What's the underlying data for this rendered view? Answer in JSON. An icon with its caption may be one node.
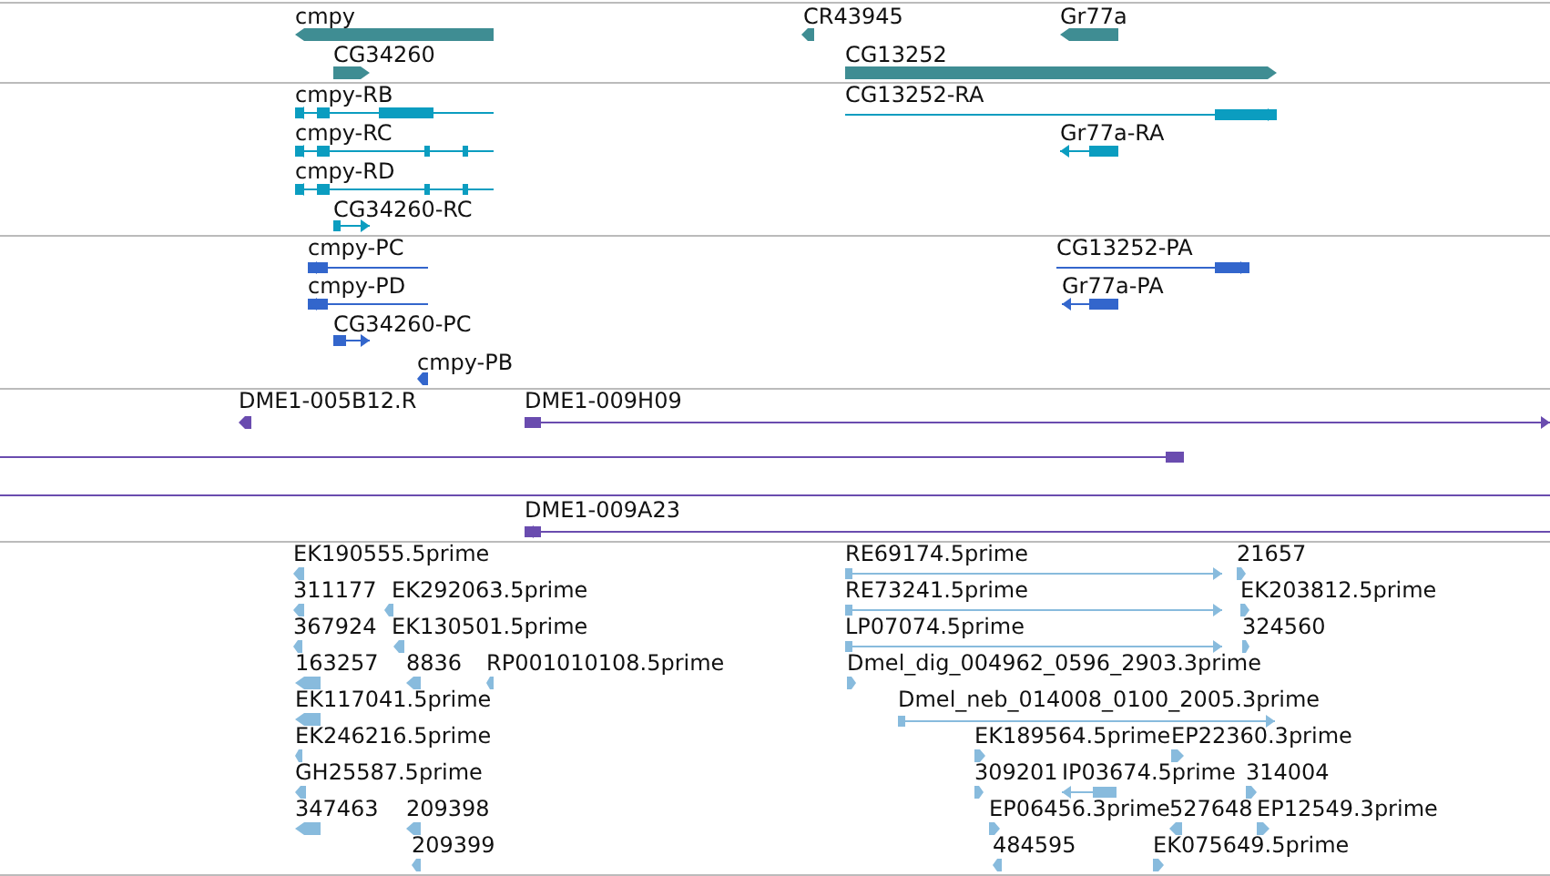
{
  "diagram": {
    "nodes": [
      {
        "text": [
          "cmpy"
        ]
      },
      {
        "text": [
          "CG34260"
        ]
      },
      {
        "text": [
          "CR43945"
        ]
      },
      {
        "text": [
          "Gr77a"
        ]
      },
      {
        "text": [
          "CG13252"
        ]
      },
      {
        "text": [
          "cmpy-RB"
        ]
      },
      {
        "text": [
          "cmpy-RC"
        ]
      },
      {
        "text": [
          "cmpy-RD"
        ]
      },
      {
        "text": [
          "CG34260-RC"
        ]
      },
      {
        "text": [
          "CG13252-RA"
        ]
      },
      {
        "text": [
          "Gr77a-RA"
        ]
      },
      {
        "text": [
          "cmpy-PC"
        ]
      },
      {
        "text": [
          "cmpy-PD"
        ]
      },
      {
        "text": [
          "CG34260-PC"
        ]
      },
      {
        "text": [
          "cmpy-PB"
        ]
      },
      {
        "text": [
          "CG13252-PA"
        ]
      },
      {
        "text": [
          "Gr77a-PA"
        ]
      },
      {
        "text": [
          "DME1-005B12.R"
        ]
      },
      {
        "text": [
          "DME1-009H09"
        ]
      },
      {
        "text": [],
        "shape": "bar"
      },
      {
        "text": [],
        "shape": "bar"
      },
      {
        "text": [
          "DME1-009A23"
        ]
      },
      {
        "text": [
          "EK190555.5prime"
        ]
      },
      {
        "text": [
          "311177"
        ]
      },
      {
        "text": [
          "EK292063.5prime"
        ]
      },
      {
        "text": [
          "367924"
        ]
      },
      {
        "text": [
          "EK130501.5prime"
        ]
      },
      {
        "text": [
          "163257"
        ]
      },
      {
        "text": [
          "8836"
        ]
      },
      {
        "text": [
          "RP001010108.5prime"
        ]
      },
      {
        "text": [
          "EK117041.5prime"
        ]
      },
      {
        "text": [
          "EK246216.5prime"
        ]
      },
      {
        "text": [
          "GH25587.5prime"
        ]
      },
      {
        "text": [
          "347463"
        ]
      },
      {
        "text": [
          "209398"
        ]
      },
      {
        "text": [
          "209399"
        ]
      },
      {
        "text": [
          "RE69174.5prime"
        ]
      },
      {
        "text": [
          "21657"
        ]
      },
      {
        "text": [
          "RE73241.5prime"
        ]
      },
      {
        "text": [
          "EK203812.5prime"
        ]
      },
      {
        "text": [
          "LP07074.5prime"
        ]
      },
      {
        "text": [
          "324560"
        ]
      },
      {
        "text": [
          "Dmel_dig_004962_0596_2903.3prime"
        ]
      },
      {
        "text": [
          "Dmel_neb_014008_0100_2005.3prime"
        ]
      },
      {
        "text": [
          "EK189564.5prime"
        ]
      },
      {
        "text": [
          "EP22360.3prime"
        ]
      },
      {
        "text": [
          "309201"
        ]
      },
      {
        "text": [
          "IP03674.5prime"
        ]
      },
      {
        "text": [
          "314004"
        ]
      },
      {
        "text": [
          "EP06456.3prime"
        ]
      },
      {
        "text": [
          "527648"
        ]
      },
      {
        "text": [
          "EP12549.3prime"
        ]
      },
      {
        "text": [
          "484595"
        ]
      },
      {
        "text": [
          "EK075649.5prime"
        ]
      }
    ]
  }
}
